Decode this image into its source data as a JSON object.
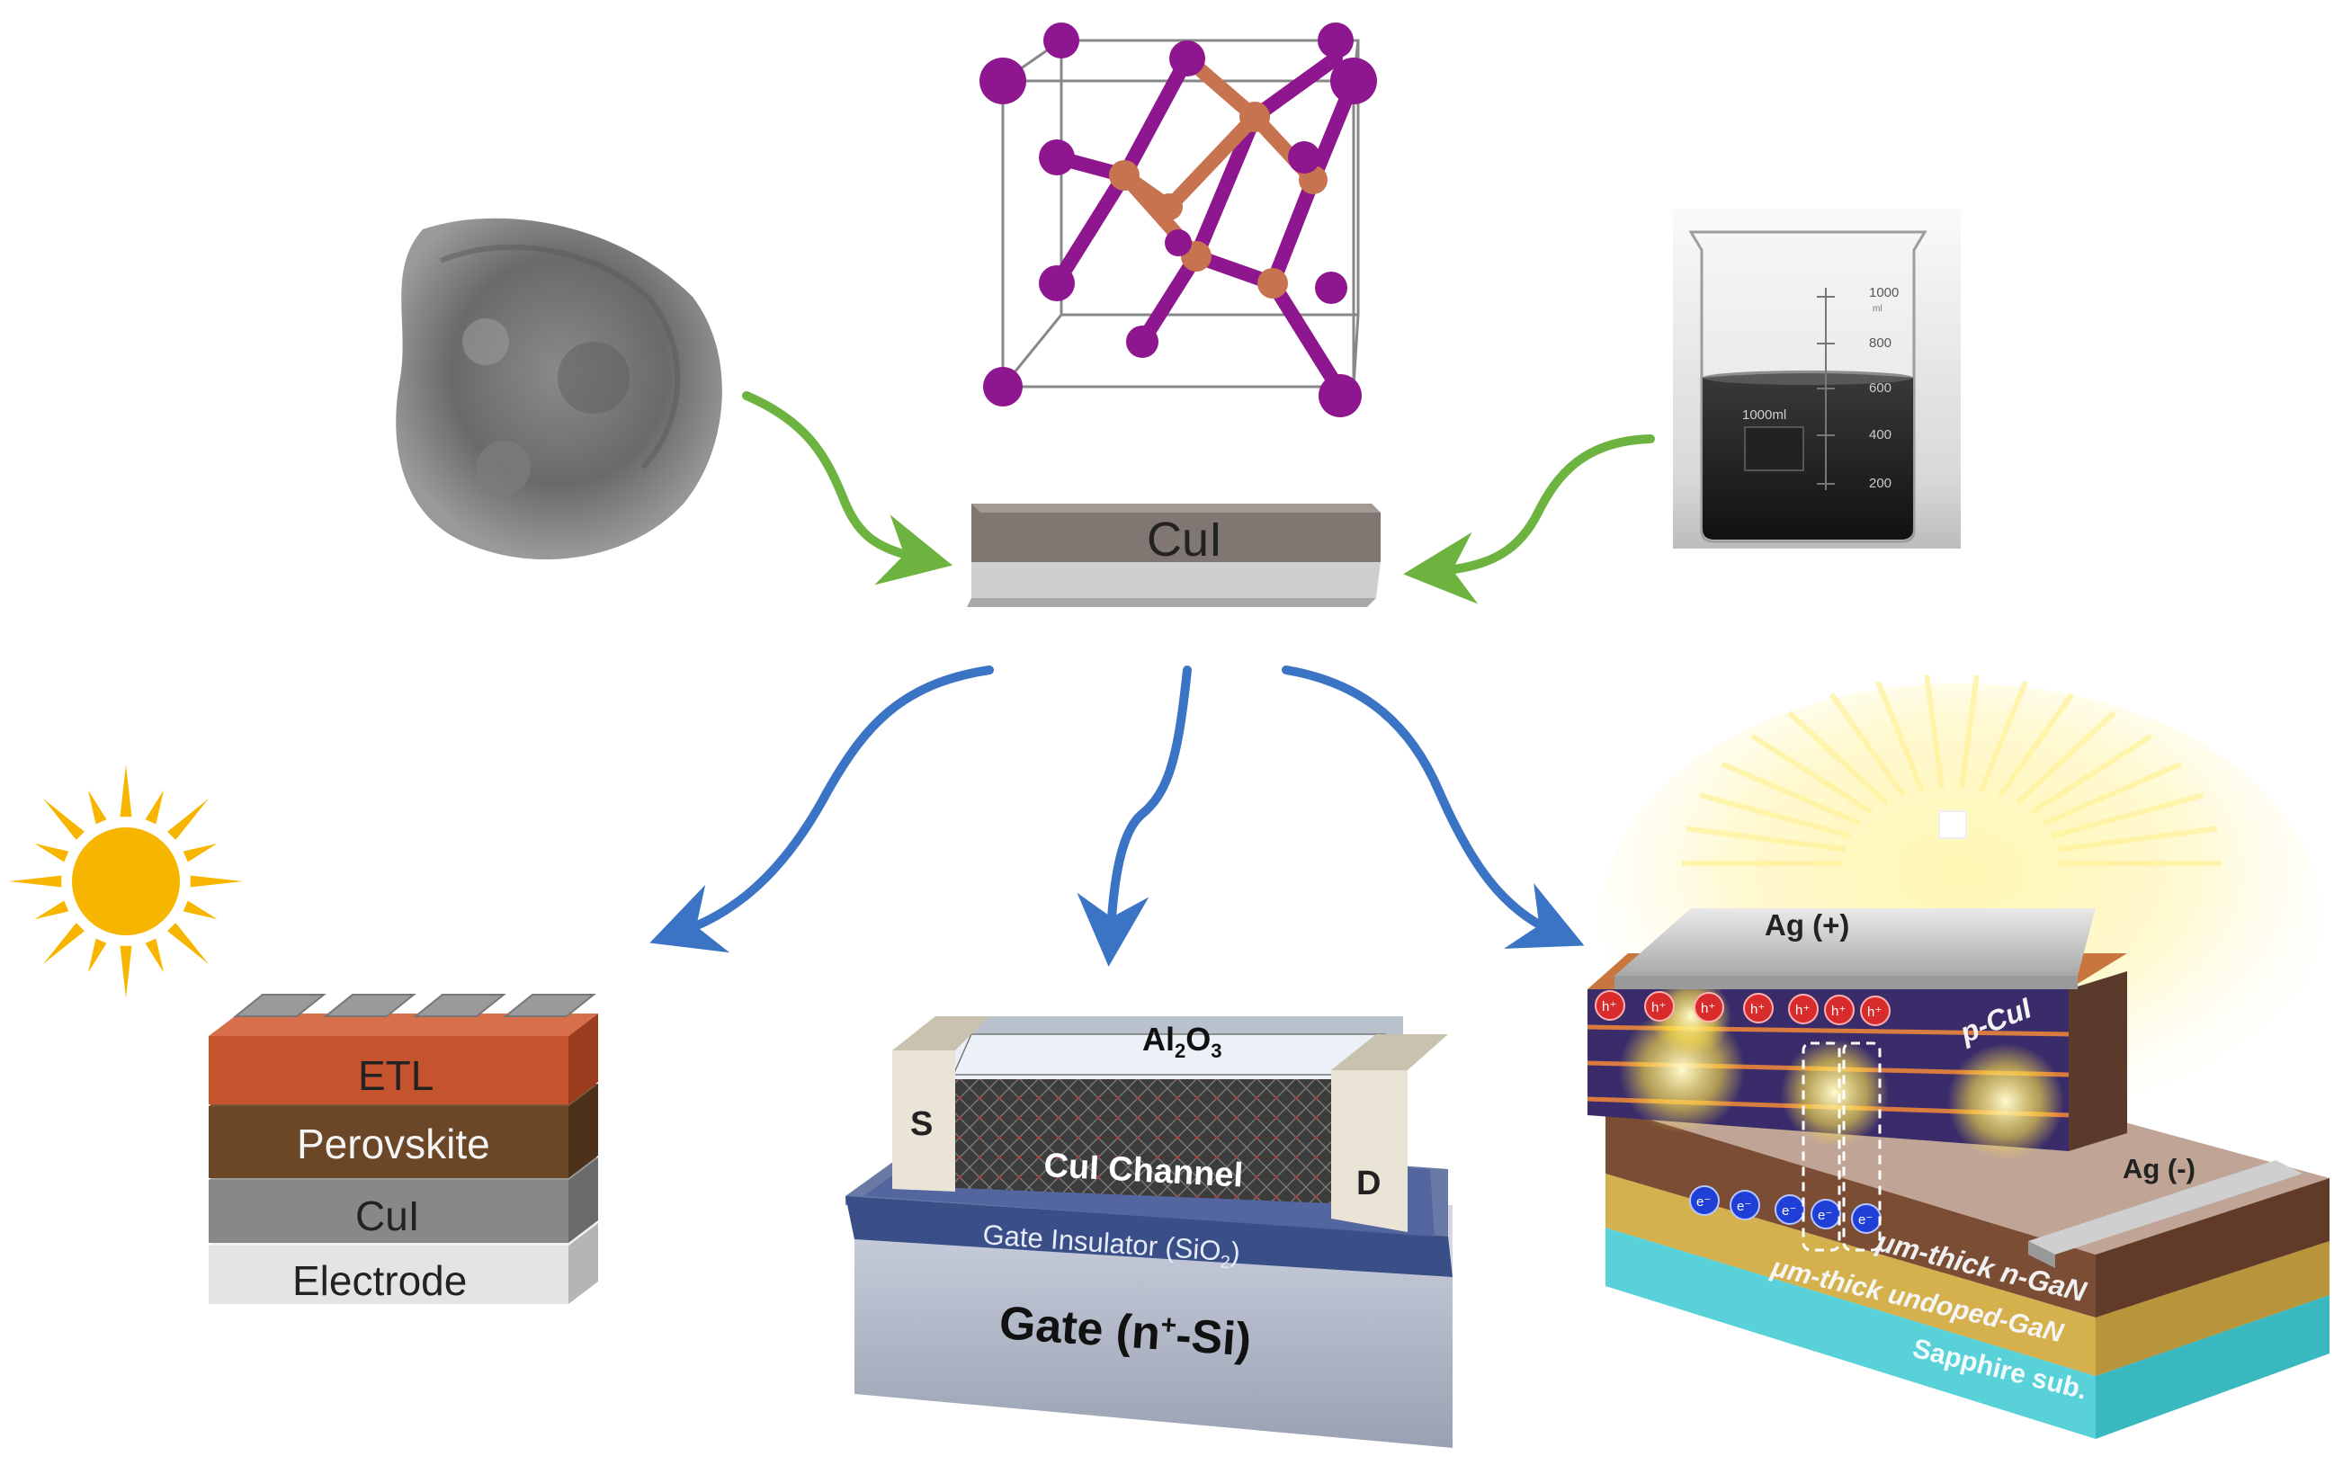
{
  "center": {
    "material_label": "CuI"
  },
  "beaker": {
    "tick_labels": [
      "1000",
      "800",
      "600",
      "400",
      "200"
    ],
    "unit_text": "ml",
    "tag_text": "1000ml"
  },
  "solar_cell": {
    "layers": [
      "ETL",
      "Perovskite",
      "CuI",
      "Electrode"
    ]
  },
  "transistor": {
    "top_prefix": "Al",
    "top_sub1": "2",
    "top_mid": "O",
    "top_sub2": "3",
    "channel": "CuI Channel",
    "source": "S",
    "drain": "D",
    "insulator_prefix": "Gate Insulator (SiO",
    "insulator_sub": "2",
    "insulator_suffix": ")",
    "gate_prefix": "Gate (n",
    "gate_sup": "+",
    "gate_suffix": "-Si)"
  },
  "led": {
    "anode": "Ag (+)",
    "cathode": "Ag (-)",
    "p_layer": "p-CuI",
    "n_layer": "μm-thick n-GaN",
    "undoped_layer": "μm-thick undoped-GaN",
    "substrate": "Sapphire sub.",
    "hole": "h⁺",
    "electron": "e⁻"
  },
  "colors": {
    "green_arrow": "#6db33f",
    "blue_arrow": "#3b74c4",
    "sun": "#f7b500",
    "copper": "#c87350",
    "iodine": "#8e168e"
  }
}
